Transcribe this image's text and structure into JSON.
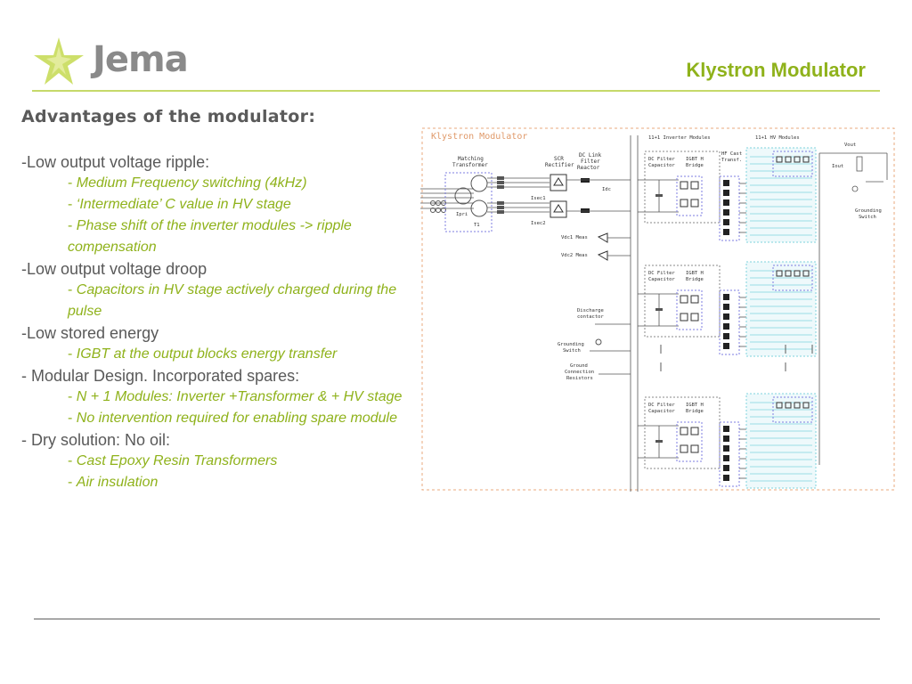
{
  "header": {
    "logo_text": "Jema",
    "title": "Klystron Modulator",
    "accent_color": "#8fb21b",
    "logo_star_color": "#c8dc5a",
    "logo_text_color": "#8a8a8a"
  },
  "content": {
    "heading": "Advantages of the modulator:",
    "items": [
      {
        "main": "-Low output voltage ripple:",
        "subs": [
          "Medium Frequency switching (4kHz)",
          "‘Intermediate’ C value in HV stage",
          "Phase shift of the inverter modules -> ripple compensation"
        ]
      },
      {
        "main": "-Low output voltage droop",
        "subs": [
          "Capacitors in HV stage actively charged during the pulse"
        ]
      },
      {
        "main": "-Low stored energy",
        "subs": [
          "IGBT at the output blocks energy transfer"
        ]
      },
      {
        "main": "- Modular Design. Incorporated spares:",
        "subs": [
          "N + 1 Modules: Inverter +Transformer &  + HV stage",
          "No intervention required for enabling spare module"
        ]
      },
      {
        "main": "- Dry solution: No oil:",
        "subs": [
          "Cast Epoxy Resin Transformers",
          "Air insulation"
        ]
      }
    ]
  },
  "diagram": {
    "title": "Klystron Modulator",
    "border_color": "#e8a87c",
    "labels": {
      "matching": "Matching",
      "transformer": "Transformer",
      "scr": "SCR",
      "rectifier": "Rectifier",
      "dc_link": "DC Link",
      "filter": "Filter",
      "reactor": "Reactor",
      "inverter_modules": "11+1 Inverter Modules",
      "hv_modules": "11+1 HV Modules",
      "hf_cast": "HF Cast",
      "transf": "Transf.",
      "dc_filter": "DC Filter",
      "capacitor": "Capacitor",
      "igbt": "IGBT H",
      "bridge": "Bridge",
      "vout": "Vout",
      "iout": "Iout",
      "idc": "Idc",
      "isec1": "Isec1",
      "isec2": "Isec2",
      "ipri": "Ipri",
      "t1": "T1",
      "vdc1": "Vdc1 Meas",
      "vdc2": "Vdc2 Meas",
      "discharge": "Discharge",
      "contactor": "contactor",
      "grounding": "Grounding",
      "switch": "Switch",
      "ground": "Ground",
      "connection": "Connection",
      "resistors": "Resistors"
    }
  }
}
